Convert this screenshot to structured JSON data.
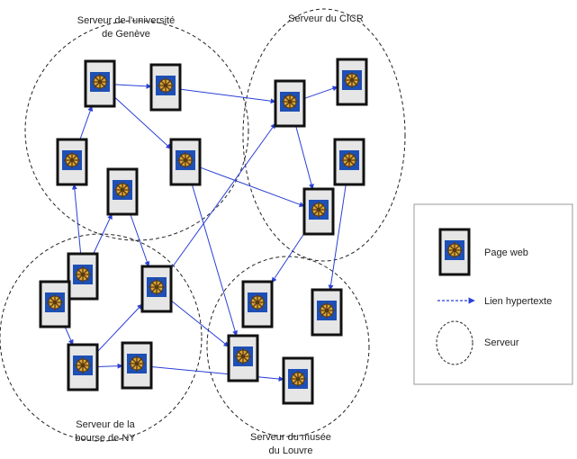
{
  "servers": [
    {
      "id": "geneve",
      "label_lines": [
        "Serveur de l'université",
        "de Genève"
      ]
    },
    {
      "id": "cicr",
      "label_lines": [
        "Serveur du CICR"
      ]
    },
    {
      "id": "ny",
      "label_lines": [
        "Serveur de la",
        "bourse de NY"
      ]
    },
    {
      "id": "louvre",
      "label_lines": [
        "Serveur du musée",
        "du Louvre"
      ]
    }
  ],
  "legend": {
    "page_label": "Page web",
    "link_label": "Lien hypertexte",
    "server_label": "Serveur"
  },
  "colors": {
    "link": "#2a3fd6",
    "page_fill": "#e6e6e6",
    "page_border": "#111111",
    "server_outline": "#222222"
  },
  "icons": {
    "page": "web-page-icon",
    "link": "hyperlink-arrow-icon",
    "server": "server-ellipse-icon"
  }
}
